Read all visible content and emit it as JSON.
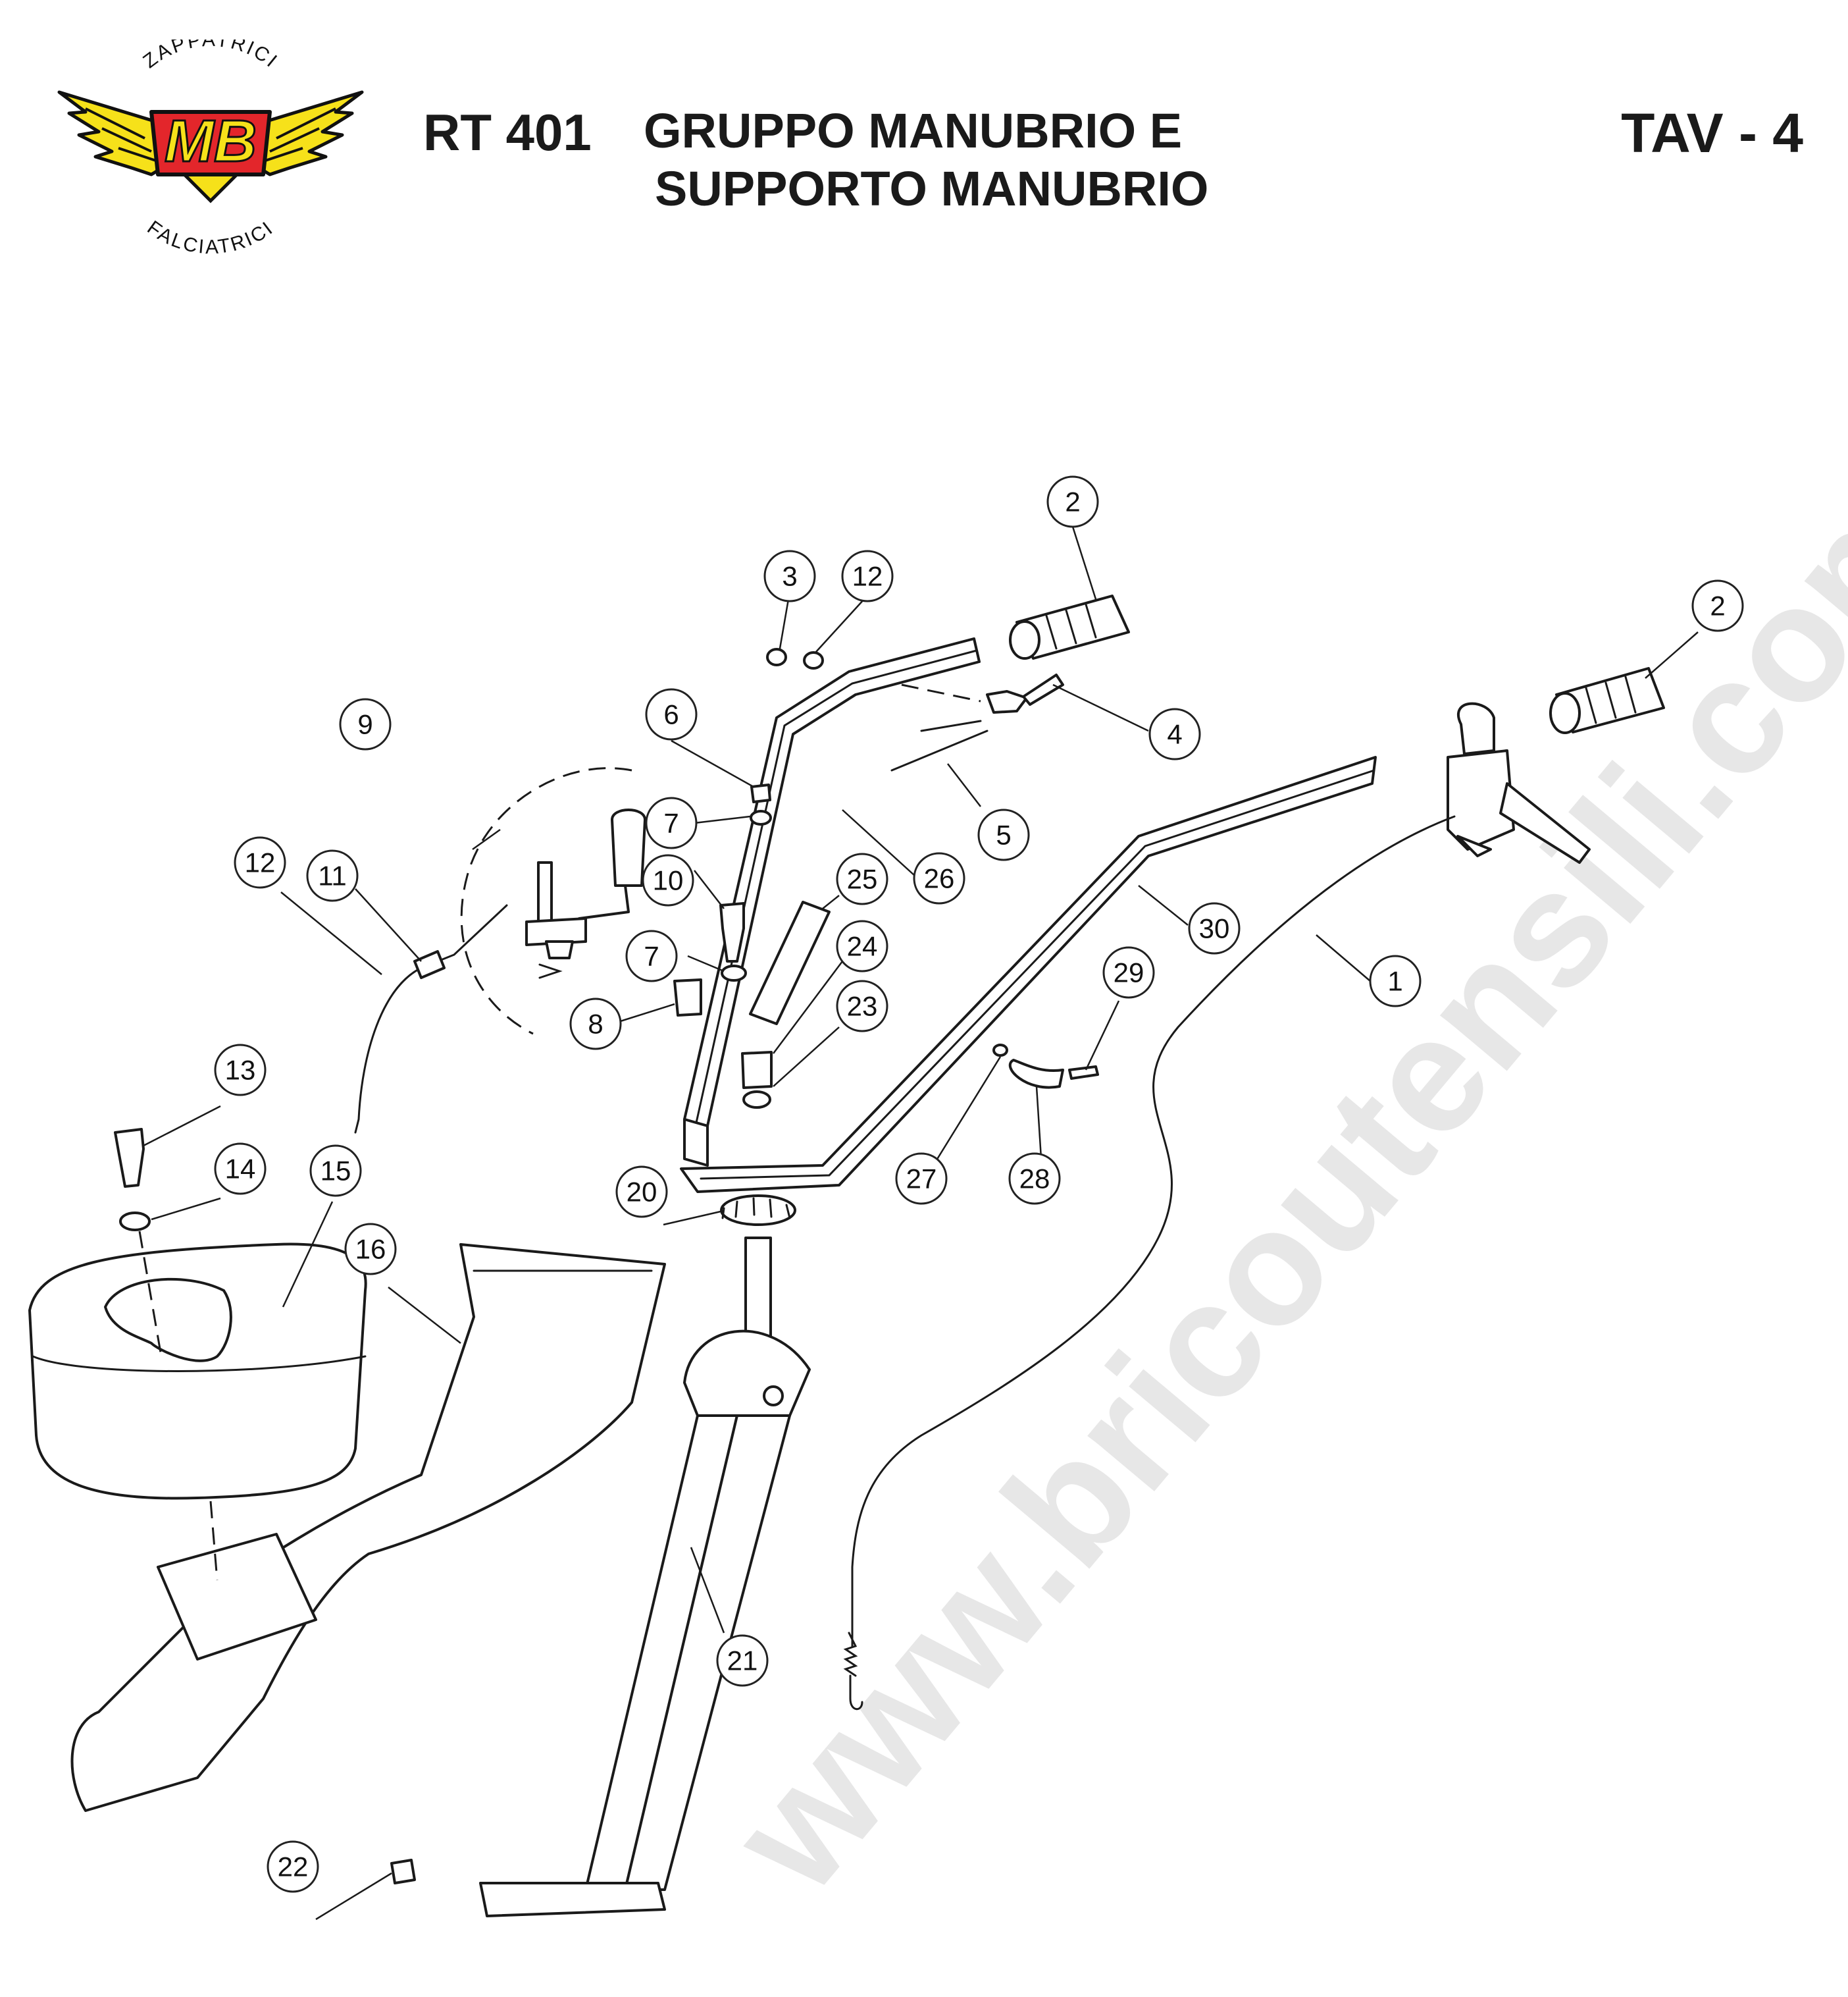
{
  "header": {
    "model": "RT 401",
    "title_line1": "GRUPPO MANUBRIO E",
    "title_line2": "SUPPORTO MANUBRIO",
    "table_code": "TAV - 4"
  },
  "logo": {
    "brand": "MB",
    "arc_top": "ZAPPATRICI",
    "arc_bottom": "FALCIATRICI",
    "colors": {
      "wings": "#f6e11a",
      "badge": "#e3262b",
      "letters": "#f6e11a",
      "outline": "#111111"
    }
  },
  "watermark": "www.bricoutensili.com",
  "callouts": [
    {
      "id": "c1",
      "label": "1"
    },
    {
      "id": "c2a",
      "label": "2"
    },
    {
      "id": "c2b",
      "label": "2"
    },
    {
      "id": "c3",
      "label": "3"
    },
    {
      "id": "c4",
      "label": "4"
    },
    {
      "id": "c5",
      "label": "5"
    },
    {
      "id": "c6",
      "label": "6"
    },
    {
      "id": "c7a",
      "label": "7"
    },
    {
      "id": "c7b",
      "label": "7"
    },
    {
      "id": "c8",
      "label": "8"
    },
    {
      "id": "c9",
      "label": "9"
    },
    {
      "id": "c10",
      "label": "10"
    },
    {
      "id": "c11",
      "label": "11"
    },
    {
      "id": "c12a",
      "label": "12"
    },
    {
      "id": "c12b",
      "label": "12"
    },
    {
      "id": "c13",
      "label": "13"
    },
    {
      "id": "c14",
      "label": "14"
    },
    {
      "id": "c15",
      "label": "15"
    },
    {
      "id": "c16",
      "label": "16"
    },
    {
      "id": "c20",
      "label": "20"
    },
    {
      "id": "c21",
      "label": "21"
    },
    {
      "id": "c22",
      "label": "22"
    },
    {
      "id": "c23",
      "label": "23"
    },
    {
      "id": "c24",
      "label": "24"
    },
    {
      "id": "c25",
      "label": "25"
    },
    {
      "id": "c26",
      "label": "26"
    },
    {
      "id": "c27",
      "label": "27"
    },
    {
      "id": "c28",
      "label": "28"
    },
    {
      "id": "c29",
      "label": "29"
    },
    {
      "id": "c30",
      "label": "30"
    }
  ]
}
